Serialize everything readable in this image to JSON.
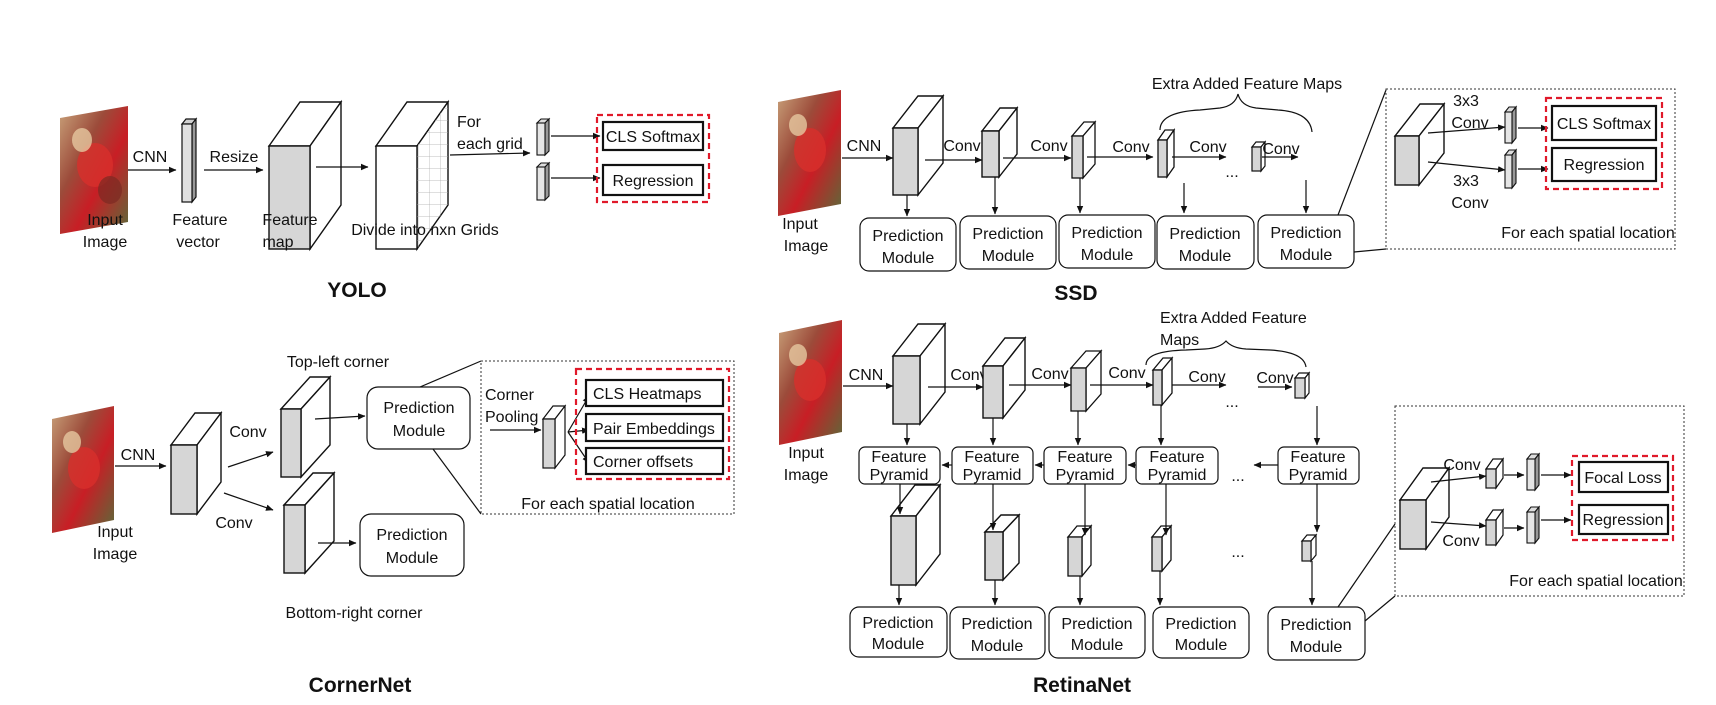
{
  "yolo": {
    "title": "YOLO",
    "input_label": [
      "Input",
      "Image"
    ],
    "cnn": "CNN",
    "resize": "Resize",
    "feature_vector": [
      "Feature",
      "vector"
    ],
    "feature_map": [
      "Feature",
      "map"
    ],
    "divide": "Divide into nxn Grids",
    "for_each_grid": [
      "For",
      "each grid"
    ],
    "outputs": [
      "CLS Softmax",
      "Regression"
    ]
  },
  "ssd": {
    "title": "SSD",
    "input_label": [
      "Input",
      "Image"
    ],
    "cnn": "CNN",
    "conv": "Conv",
    "extra": "Extra Added Feature Maps",
    "ellipsis": "...",
    "prediction_module": [
      "Prediction",
      "Module"
    ],
    "detail_conv": [
      "3x3",
      "Conv"
    ],
    "outputs": [
      "CLS Softmax",
      "Regression"
    ],
    "for_each": "For each  spatial location"
  },
  "cornernet": {
    "title": "CornerNet",
    "input_label": [
      "Input",
      "Image"
    ],
    "cnn": "CNN",
    "conv": "Conv",
    "top_left": "Top-left corner",
    "bottom_right": "Bottom-right corner",
    "prediction_module": [
      "Prediction",
      "Module"
    ],
    "corner_pooling": [
      "Corner",
      "Pooling"
    ],
    "outputs": [
      "CLS Heatmaps",
      "Pair Embeddings",
      "Corner offsets"
    ],
    "for_each": "For each  spatial location"
  },
  "retinanet": {
    "title": "RetinaNet",
    "input_label": [
      "Input",
      "Image"
    ],
    "cnn": "CNN",
    "conv": "Conv",
    "extra": [
      "Extra Added Feature",
      "Maps"
    ],
    "ellipsis": "...",
    "feature_pyramid": [
      "Feature",
      "Pyramid"
    ],
    "prediction_module": [
      "Prediction",
      "Module"
    ],
    "outputs": [
      "Focal Loss",
      "Regression"
    ],
    "for_each": "For each  spatial location"
  }
}
